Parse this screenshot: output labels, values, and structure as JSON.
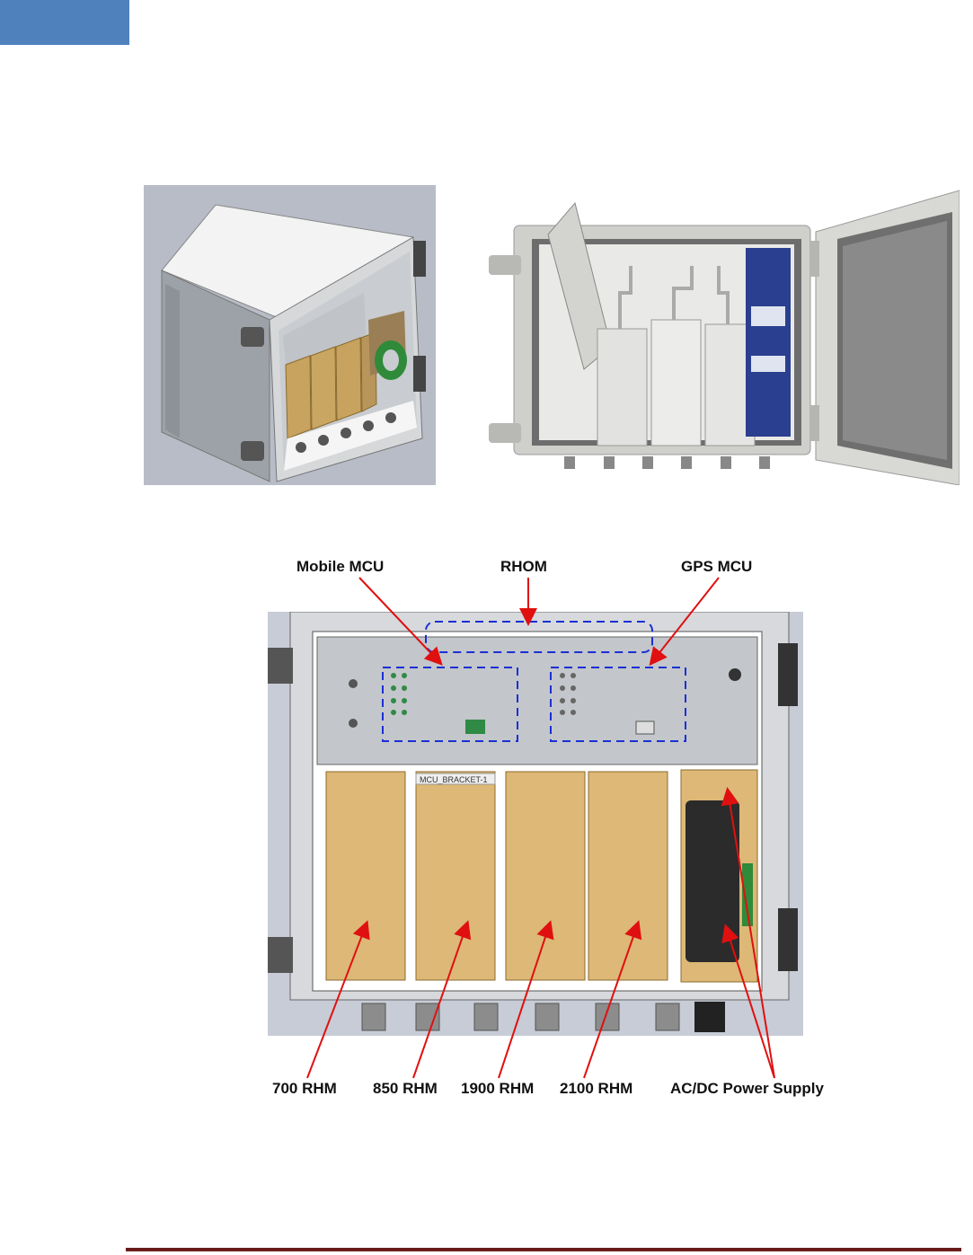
{
  "header": {
    "tab_color": "#4f81bd"
  },
  "figures": {
    "cad_render": {
      "description_icon": "enclosure-3d-render"
    },
    "photo": {
      "description_icon": "enclosure-open-photo"
    },
    "diagram": {
      "inner_tag": "MCU_BRACKET-1",
      "labels": {
        "mobile_mcu": "Mobile MCU",
        "rhom": "RHOM",
        "gps_mcu": "GPS MCU",
        "rhm_700": "700 RHM",
        "rhm_850": "850 RHM",
        "rhm_1900": "1900 RHM",
        "rhm_2100": "2100 RHM",
        "power_supply": "AC/DC Power Supply"
      },
      "callout_color": "#e01010",
      "highlight_color": "#1a2fd6"
    }
  },
  "footer": {
    "rule_color": "#6b1a1a"
  }
}
